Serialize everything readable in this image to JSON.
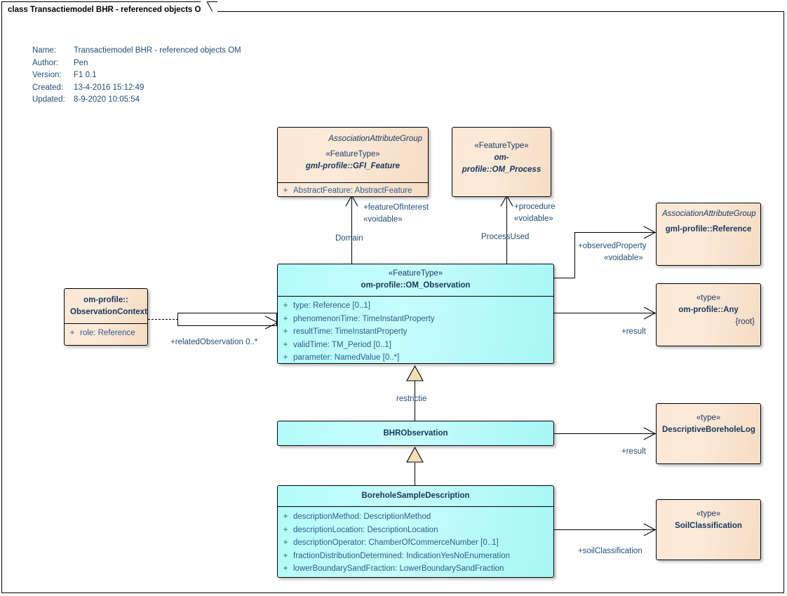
{
  "frame": {
    "tab_label": "class Transactiemodel BHR - referenced objects OM"
  },
  "meta": {
    "rows": [
      {
        "key": "Name:",
        "value": "Transactiemodel BHR - referenced objects OM"
      },
      {
        "key": "Author:",
        "value": "Pen"
      },
      {
        "key": "Version:",
        "value": "F1 0.1"
      },
      {
        "key": "Created:",
        "value": "13-4-2016 15:12:49"
      },
      {
        "key": "Updated:",
        "value": "8-9-2020 10:05:54"
      }
    ]
  },
  "classes": {
    "gfi_feature": {
      "association_attribute_group": "AssociationAttributeGroup",
      "stereotype": "«FeatureType»",
      "name": "gml-profile::GFI_Feature",
      "attributes": [
        {
          "visibility": "+",
          "text": "AbstractFeature: AbstractFeature"
        }
      ]
    },
    "om_process": {
      "stereotype": "«FeatureType»",
      "name": "om-profile::OM_Process"
    },
    "reference": {
      "association_attribute_group": "AssociationAttributeGroup",
      "name": "gml-profile::Reference"
    },
    "any": {
      "stereotype": "«type»",
      "name": "om-profile::Any",
      "note": "{root}"
    },
    "observation_context": {
      "name_line1": "om-profile::",
      "name_line2": "ObservationContext",
      "attributes": [
        {
          "visibility": "+",
          "text": "role: Reference"
        }
      ]
    },
    "om_observation": {
      "stereotype": "«FeatureType»",
      "name": "om-profile::OM_Observation",
      "attributes": [
        {
          "visibility": "+",
          "text": "type: Reference [0..1]"
        },
        {
          "visibility": "+",
          "text": "phenomenonTime: TimeInstantProperty"
        },
        {
          "visibility": "+",
          "text": "resultTime: TimeInstantProperty"
        },
        {
          "visibility": "+",
          "text": "validTime: TM_Period [0..1]"
        },
        {
          "visibility": "+",
          "text": "parameter: NamedValue [0..*]"
        }
      ]
    },
    "bhr_observation": {
      "name": "BHRObservation"
    },
    "descriptive_borehole_log": {
      "stereotype": "«type»",
      "name": "DescriptiveBoreholeLog"
    },
    "soil_classification": {
      "stereotype": "«type»",
      "name": "SoilClassification"
    },
    "borehole_sample_description": {
      "name": "BoreholeSampleDescription",
      "attributes": [
        {
          "visibility": "+",
          "text": "descriptionMethod: DescriptionMethod"
        },
        {
          "visibility": "+",
          "text": "descriptionLocation: DescriptionLocation"
        },
        {
          "visibility": "+",
          "text": "descriptionOperator: ChamberOfCommerceNumber [0..1]"
        },
        {
          "visibility": "+",
          "text": "fractionDistributionDetermined: IndicationYesNoEnumeration"
        },
        {
          "visibility": "+",
          "text": "lowerBoundarySandFraction: LowerBoundarySandFraction"
        }
      ]
    }
  },
  "connectors": {
    "feature_of_interest_role": "+featureOfInterest",
    "feature_of_interest_voidable": "«voidable»",
    "domain": "Domain",
    "procedure_role": "+procedure",
    "procedure_voidable": "«voidable»",
    "process_used": "ProcessUsed",
    "observed_property_role": "+observedProperty",
    "observed_property_voidable": "«voidable»",
    "result_any": "+result",
    "related_observation": "+relatedObservation 0..*",
    "restrictie": "restrictie",
    "result_log": "+result",
    "soil_classification": "+soilClassification"
  },
  "colors": {
    "peach_fill": "#fbe7d6",
    "cyan_fill": "#b4fbfb",
    "text_blue": "#1f4e79",
    "name_blue": "#17365d",
    "attr_blue": "#2e5c8a",
    "line": "#000000",
    "generalization_fill": "#f5deb3"
  }
}
